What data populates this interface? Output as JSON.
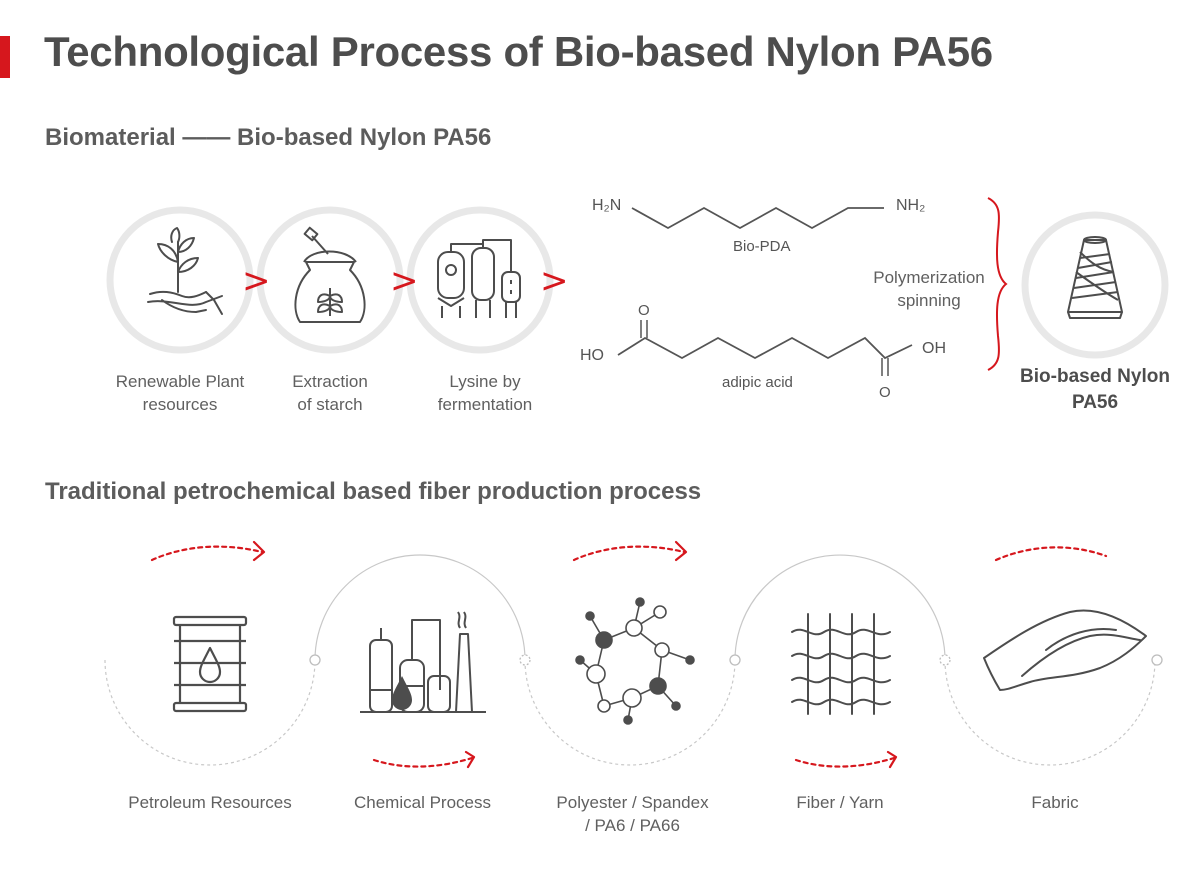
{
  "title": "Technological Process of Bio-based Nylon PA56",
  "section_bio": {
    "heading": "Biomaterial —— Bio-based Nylon PA56",
    "steps": [
      {
        "label_line1": "Renewable Plant",
        "label_line2": "resources",
        "icon": "plant-in-hand-icon"
      },
      {
        "label_line1": "Extraction",
        "label_line2": "of starch",
        "icon": "starch-sack-icon"
      },
      {
        "label_line1": "Lysine by",
        "label_line2": "fermentation",
        "icon": "fermentation-tanks-icon"
      }
    ],
    "chem": {
      "nh2_left": "H₂N",
      "nh2_right": "NH₂",
      "pda_name": "Bio-PDA",
      "ho": "HO",
      "oh": "OH",
      "o_top": "O",
      "o_bottom": "O",
      "acid_name": "adipic acid"
    },
    "process_line1": "Polymerization",
    "process_line2": "spinning",
    "product_line1": "Bio-based Nylon",
    "product_line2": "PA56",
    "product_icon": "yarn-cone-icon",
    "arrow_glyph": ">"
  },
  "section_traditional": {
    "heading": "Traditional petrochemical based fiber production process",
    "steps": [
      {
        "label_line1": "Petroleum Resources",
        "label_line2": "",
        "icon": "oil-barrel-icon"
      },
      {
        "label_line1": "Chemical Process",
        "label_line2": "",
        "icon": "chemical-plant-icon"
      },
      {
        "label_line1": "Polyester / Spandex",
        "label_line2": "/ PA6 / PA66",
        "icon": "molecule-network-icon"
      },
      {
        "label_line1": "Fiber / Yarn",
        "label_line2": "",
        "icon": "woven-fiber-icon"
      },
      {
        "label_line1": "Fabric",
        "label_line2": "",
        "icon": "fabric-icon"
      }
    ]
  },
  "colors": {
    "accent": "#d6171d",
    "text": "#555555",
    "circle": "#e6e6e6",
    "icon": "#4d4d4d"
  }
}
